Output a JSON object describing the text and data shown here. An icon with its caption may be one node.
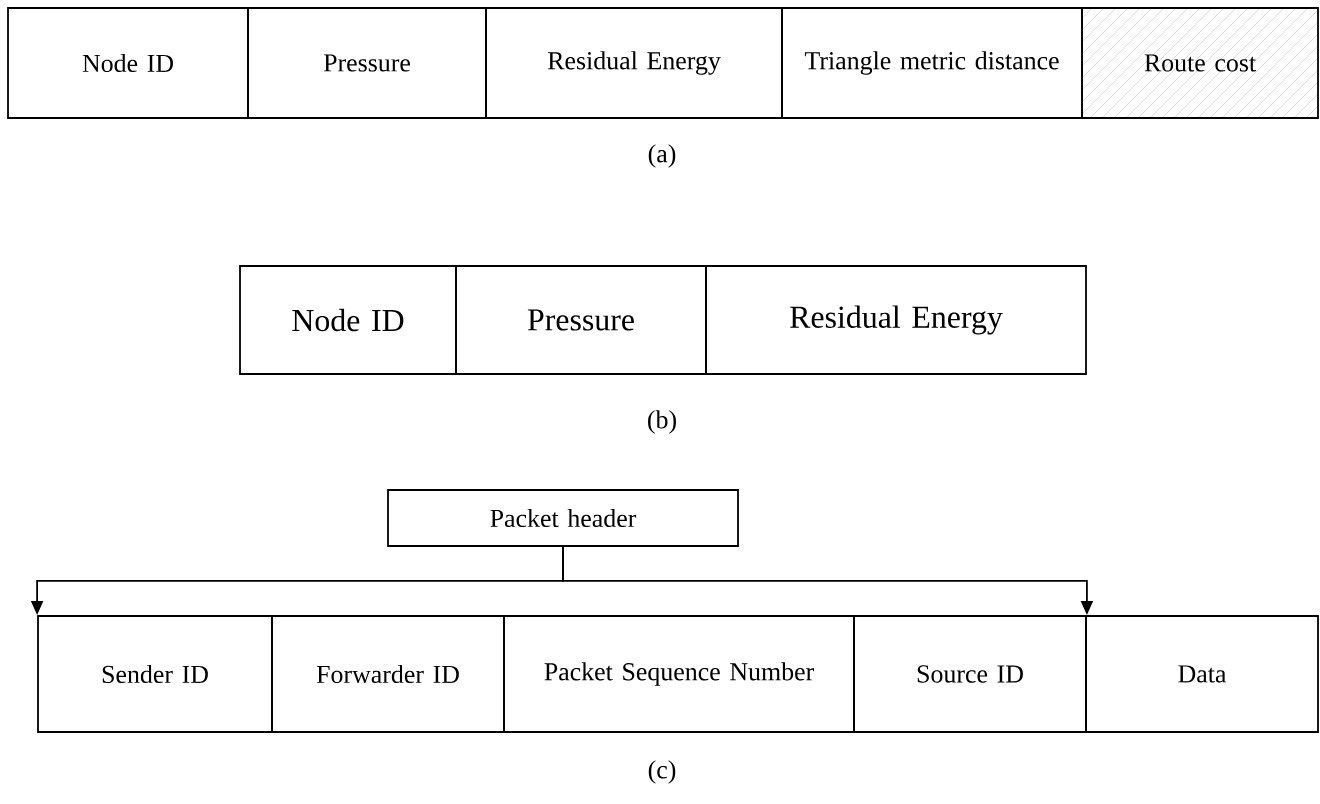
{
  "diagram": {
    "nodes": [
      {
        "text": [
          "Node ID"
        ]
      },
      {
        "text": [
          "Pressure"
        ]
      },
      {
        "text": [
          "Residual Energy"
        ]
      },
      {
        "text": [
          "Triangle metric distance"
        ]
      },
      {
        "text": [
          "Route cost"
        ]
      },
      {
        "text": [
          "Node ID"
        ]
      },
      {
        "text": [
          "Pressure"
        ]
      },
      {
        "text": [
          "Residual Energy"
        ]
      },
      {
        "text": [
          "Packet header"
        ]
      },
      {
        "text": [
          "Sender ID"
        ]
      },
      {
        "text": [
          "Forwarder ID"
        ]
      },
      {
        "text": [
          "Packet Sequence Number"
        ]
      },
      {
        "text": [
          "Source ID"
        ]
      },
      {
        "text": [
          "Data"
        ]
      }
    ],
    "edges": [
      {
        "from": 8,
        "to": 9,
        "arrow": "to"
      },
      {
        "from": 8,
        "to": 12,
        "arrow": "to"
      }
    ],
    "labels": [
      "(a)",
      "(b)",
      "(c)"
    ]
  }
}
